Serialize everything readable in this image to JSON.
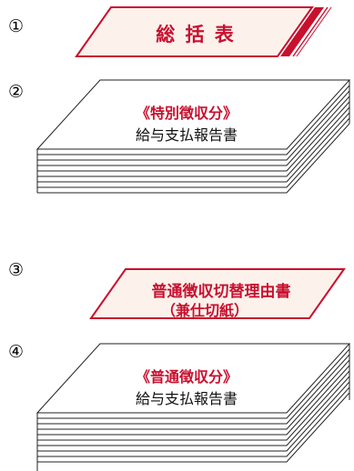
{
  "step_numbers": [
    "①",
    "②",
    "③",
    "④"
  ],
  "summary_sheet": {
    "label": "総 括 表"
  },
  "special_collection": {
    "title": "《特別徴収分》",
    "subtitle": "給与支払報告書"
  },
  "ordinary_reason": {
    "line1": "普通徴収切替理由書",
    "line2": "（兼仕切紙）"
  },
  "ordinary_collection": {
    "title": "《普通徴収分》",
    "subtitle": "給与支払報告書"
  },
  "colors": {
    "accent": "#C8102E",
    "fill": "#FDF1EC",
    "line": "#222222"
  }
}
